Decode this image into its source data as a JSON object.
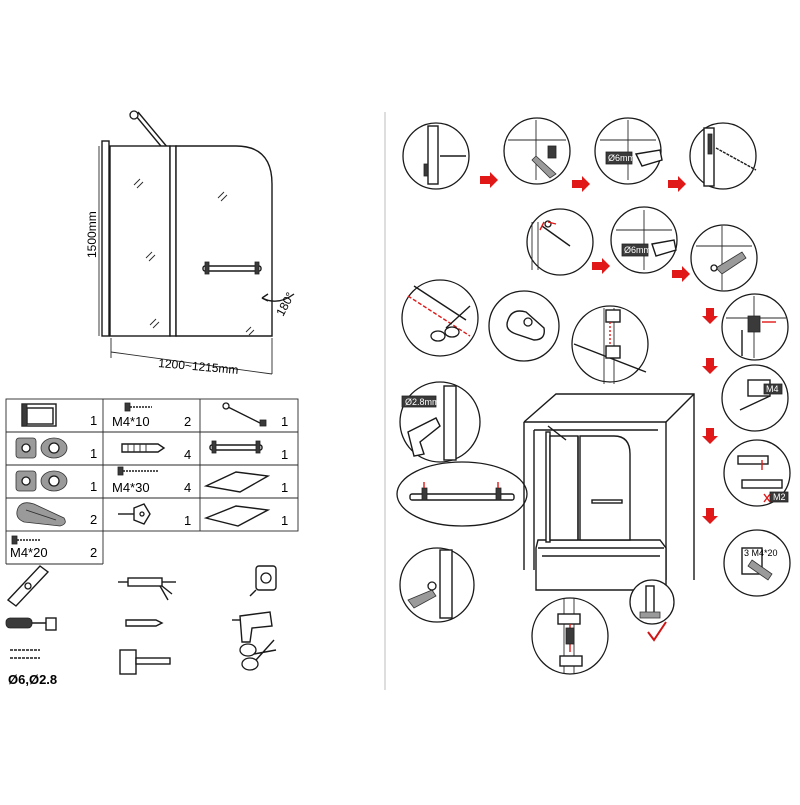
{
  "dimensions": {
    "height": "1500mm",
    "width": "1200~1215mm",
    "rotation": "180°"
  },
  "parts": {
    "col1": [
      {
        "icon": "frame-bracket-icon",
        "qty": "1"
      },
      {
        "icon": "hinge-set-a-icon",
        "qty": "1"
      },
      {
        "icon": "hinge-set-b-icon",
        "qty": "1"
      },
      {
        "icon": "seal-clip-icon",
        "qty": "2"
      },
      {
        "icon": "screw-icon",
        "label": "M4*20",
        "qty": "2"
      }
    ],
    "col2": [
      {
        "icon": "screw-icon",
        "label": "M4*10",
        "qty": "2"
      },
      {
        "icon": "wall-plug-icon",
        "qty": "4"
      },
      {
        "icon": "screw-icon",
        "label": "M4*30",
        "qty": "4"
      },
      {
        "icon": "stopper-icon",
        "qty": "1"
      }
    ],
    "col3": [
      {
        "icon": "support-bar-icon",
        "qty": "1"
      },
      {
        "icon": "towel-bar-icon",
        "qty": "1"
      },
      {
        "icon": "seal-strip-icon",
        "qty": "1"
      },
      {
        "icon": "deflector-strip-icon",
        "qty": "1"
      }
    ]
  },
  "tools": {
    "drill_bits": "Ø6,Ø2.8",
    "items": [
      "spirit-level-icon",
      "silicone-gun-icon",
      "tape-measure-icon",
      "screwdriver-icon",
      "pencil-icon",
      "drill-icon",
      "drill-bit-icon",
      "hammer-icon",
      "scissors-icon"
    ]
  },
  "steps": {
    "step_callouts": [
      "Ø6mm",
      "Ø6mm",
      "Ø2.8mm",
      "M4",
      "M2",
      "3 M4*20"
    ]
  }
}
